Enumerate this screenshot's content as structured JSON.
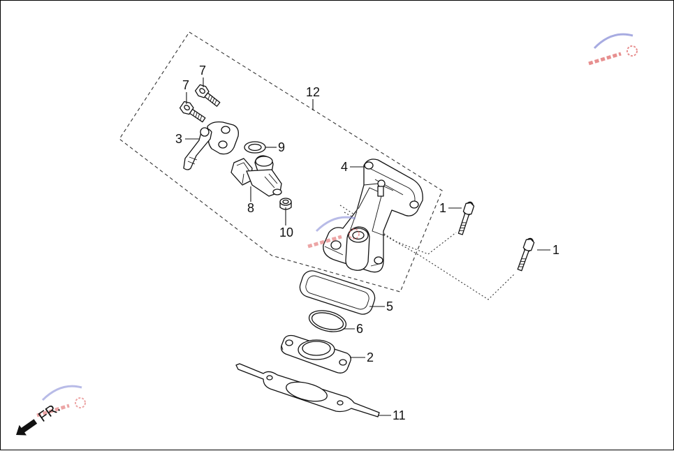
{
  "callouts": {
    "c12": "12",
    "c7a": "7",
    "c7b": "7",
    "c3": "3",
    "c9": "9",
    "c4": "4",
    "c8": "8",
    "c10": "10",
    "c1a": "1",
    "c1b": "1",
    "c5": "5",
    "c6": "6",
    "c2": "2",
    "c11": "11"
  },
  "front_label": "FR.",
  "icons": {
    "front_arrow": "arrow-down-left-icon",
    "watermark": "moto-logo-watermark"
  },
  "colors": {
    "line": "#111111",
    "background": "#ffffff",
    "watermark_red": "#e06a6a",
    "watermark_blue": "#8a8fd8"
  }
}
